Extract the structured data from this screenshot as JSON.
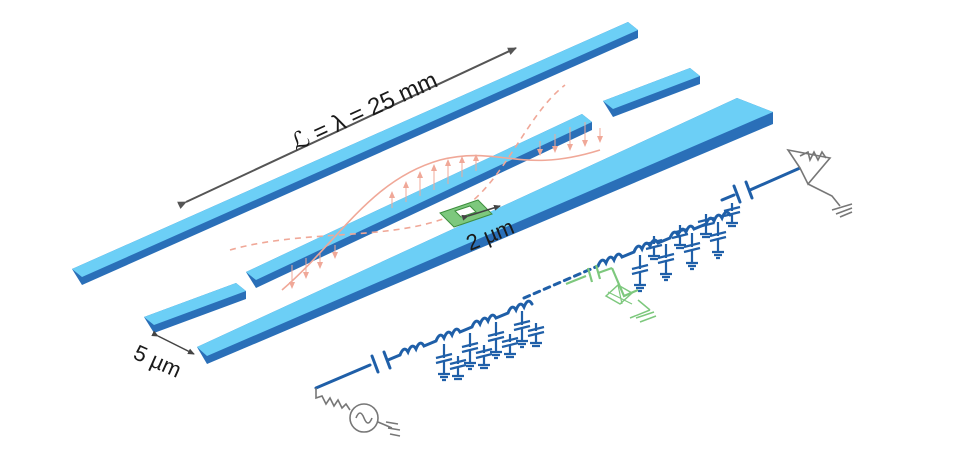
{
  "labels": {
    "length": "ℒ = λ = 25 mm",
    "gap_small": "2 µm",
    "gap_large": "5 µm"
  },
  "colors": {
    "conductor_top": "#6ccff6",
    "conductor_side": "#2a6fb8",
    "circuit": "#1f5fa8",
    "junction": "#7dc87d",
    "field": "#f0a898",
    "dimension": "#555555"
  },
  "icons": {
    "source": "ac-source-icon",
    "detector": "detector-icon",
    "ground": "ground-icon",
    "junction": "josephson-junction-icon"
  }
}
